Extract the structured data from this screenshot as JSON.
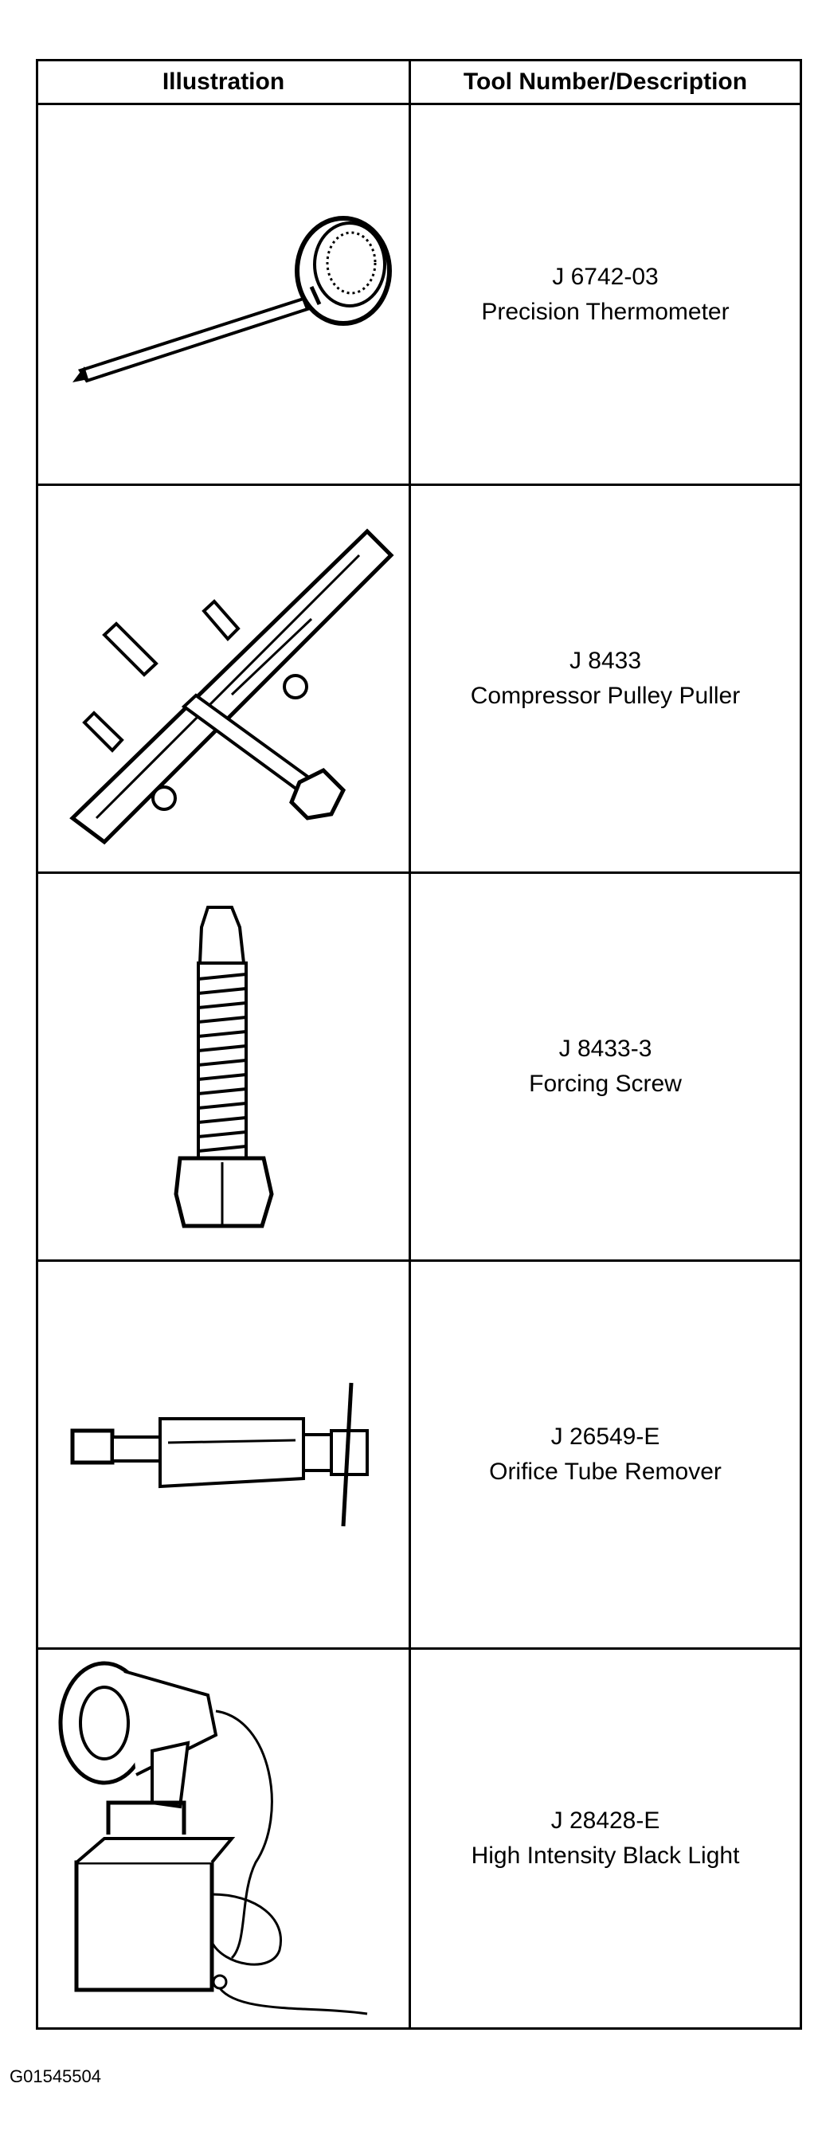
{
  "table": {
    "headers": [
      "Illustration",
      "Tool Number/Description"
    ],
    "rows": [
      {
        "icon": "precision-thermometer-illustration",
        "tool_number": "J 6742-03",
        "description": "Precision Thermometer"
      },
      {
        "icon": "compressor-pulley-puller-illustration",
        "tool_number": "J 8433",
        "description": "Compressor Pulley Puller"
      },
      {
        "icon": "forcing-screw-illustration",
        "tool_number": "J 8433-3",
        "description": "Forcing Screw"
      },
      {
        "icon": "orifice-tube-remover-illustration",
        "tool_number": "J 26549-E",
        "description": "Orifice Tube Remover"
      },
      {
        "icon": "black-light-illustration",
        "tool_number": "J 28428-E",
        "description": "High Intensity Black Light"
      }
    ]
  },
  "footer": {
    "figure_id": "G01545504"
  }
}
